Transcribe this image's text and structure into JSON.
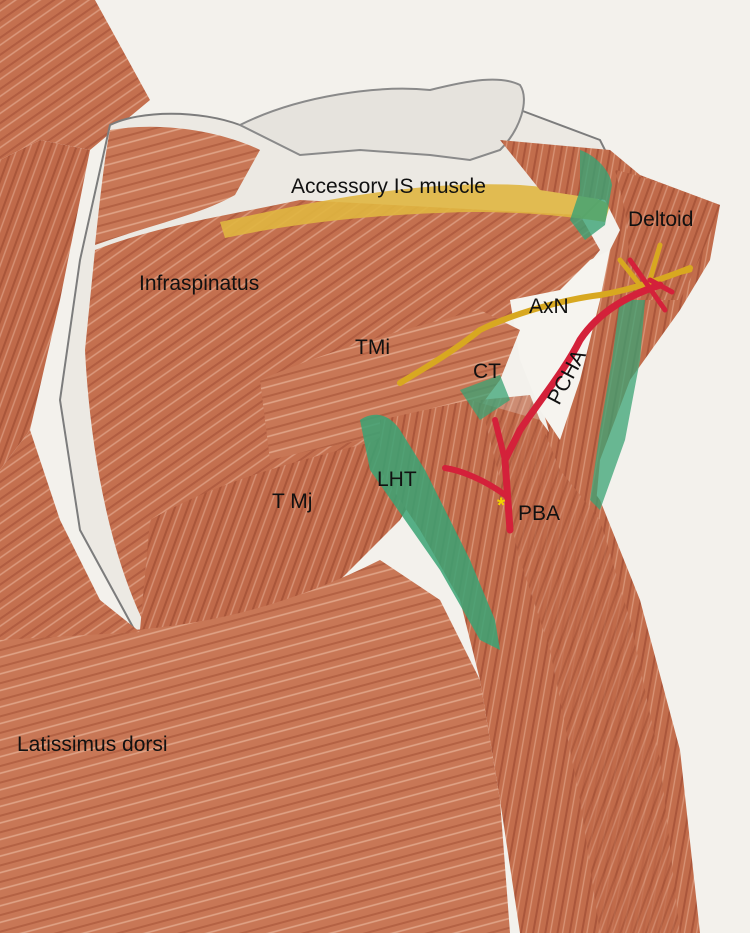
{
  "labels": {
    "accessory_is_muscle": "Accessory IS muscle",
    "deltoid": "Deltoid",
    "infraspinatus": "Infraspinatus",
    "axn": "AxN",
    "tmi": "TMi",
    "ct": "CT",
    "pcha": "PCHA",
    "lht": "LHT",
    "t_mj": "T Mj",
    "pba": "PBA",
    "latissimus_dorsi": "Latissimus dorsi"
  },
  "markers": {
    "pba_star": "*"
  },
  "colors": {
    "muscle": "#c4704f",
    "muscle_dark": "#a9553a",
    "paper": "#f3f1ec",
    "bone": "#ece9e3",
    "tendon_green": "#3aa374",
    "nerve_yellow": "#d8a820",
    "artery_red": "#d4213a"
  }
}
